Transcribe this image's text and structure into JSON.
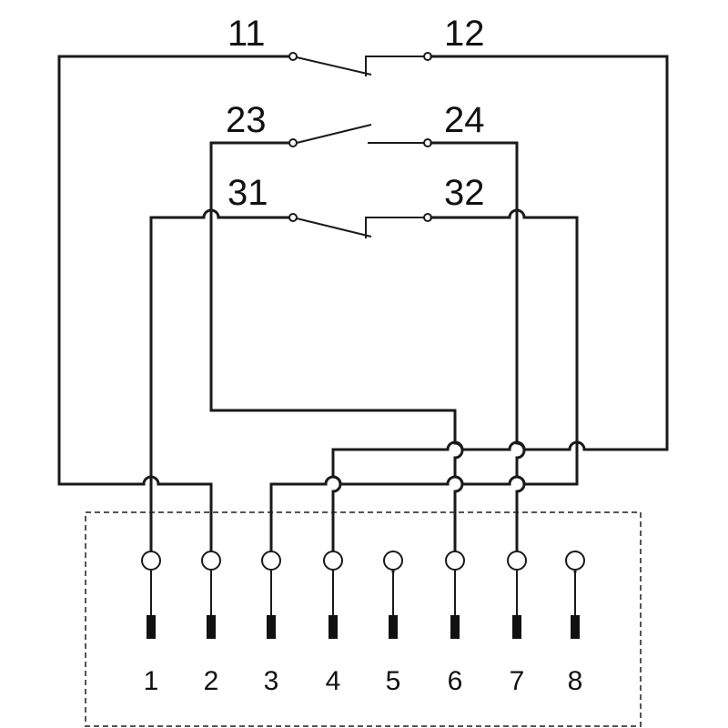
{
  "contacts": [
    {
      "id": "c1",
      "terminal_a": "11",
      "terminal_b": "12",
      "type": "NC"
    },
    {
      "id": "c2",
      "terminal_a": "23",
      "terminal_b": "24",
      "type": "NO"
    },
    {
      "id": "c3",
      "terminal_a": "31",
      "terminal_b": "32",
      "type": "NC"
    }
  ],
  "pins": [
    "1",
    "2",
    "3",
    "4",
    "5",
    "6",
    "7",
    "8"
  ],
  "colors": {
    "line": "#1a1a1a",
    "box": "#555555"
  }
}
